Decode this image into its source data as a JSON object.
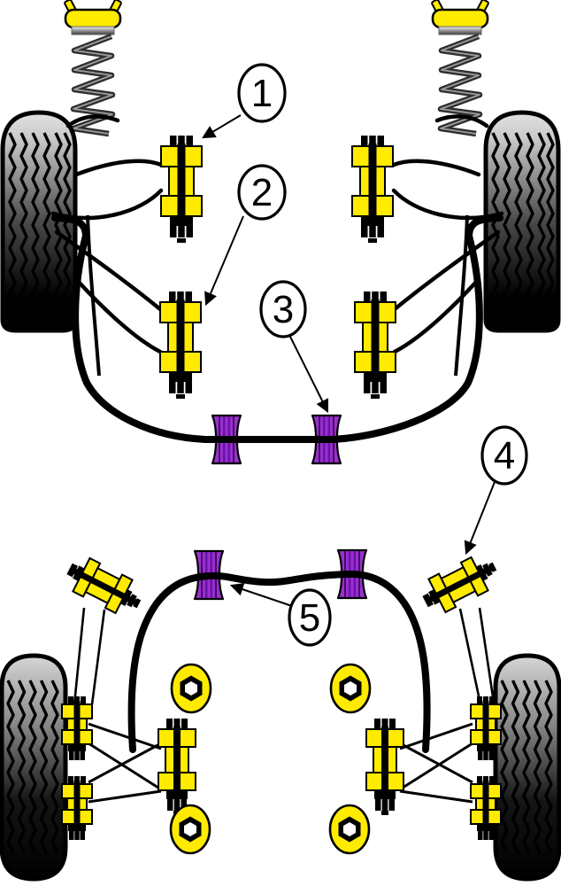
{
  "diagram": {
    "kind": "car-suspension-bushing-diagram",
    "callouts": {
      "c1": {
        "label": "1"
      },
      "c2": {
        "label": "2"
      },
      "c3": {
        "label": "3"
      },
      "c4": {
        "label": "4"
      },
      "c5": {
        "label": "5"
      }
    }
  },
  "colors": {
    "part-yellow": "#FFEB00",
    "part-purple": "#9B2FD0",
    "purple-stripe": "#6A14A8",
    "background": "#FFFFFF"
  }
}
